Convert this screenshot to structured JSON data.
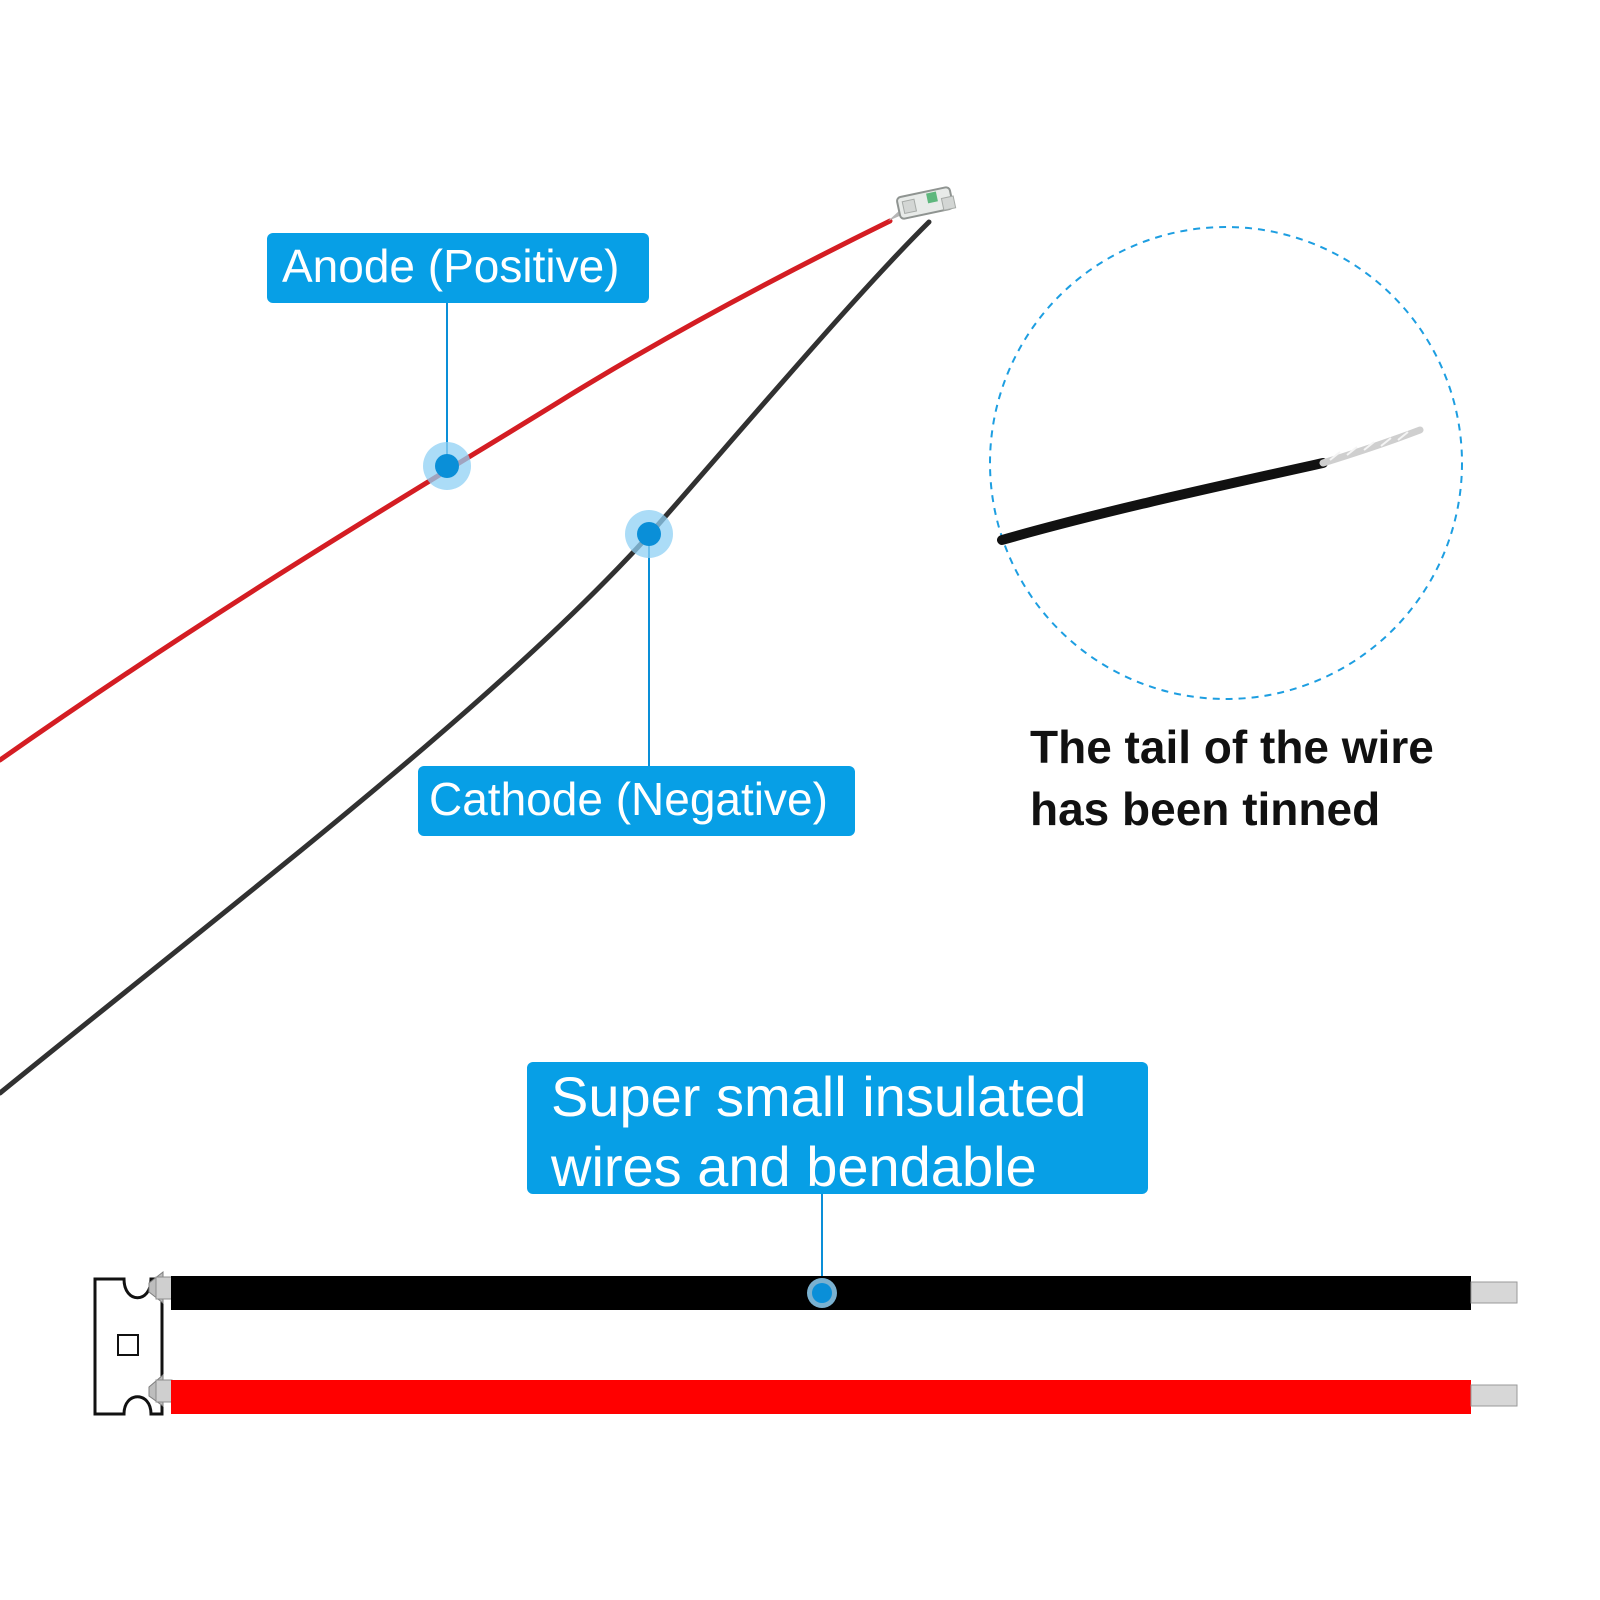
{
  "callouts": {
    "anode": "Anode (Positive)",
    "cathode": "Cathode (Negative)",
    "insulated_line1": "Super small insulated",
    "insulated_line2": "wires and bendable"
  },
  "zoom_caption": {
    "line1": "The tail of the wire",
    "line2": "has been tinned"
  },
  "colors": {
    "callout_fill": "#079fe6",
    "marker_halo": "#8fd0f4",
    "marker_dot": "#0a8fd8",
    "red_wire": "#ff0000",
    "black_wire": "#000000"
  }
}
